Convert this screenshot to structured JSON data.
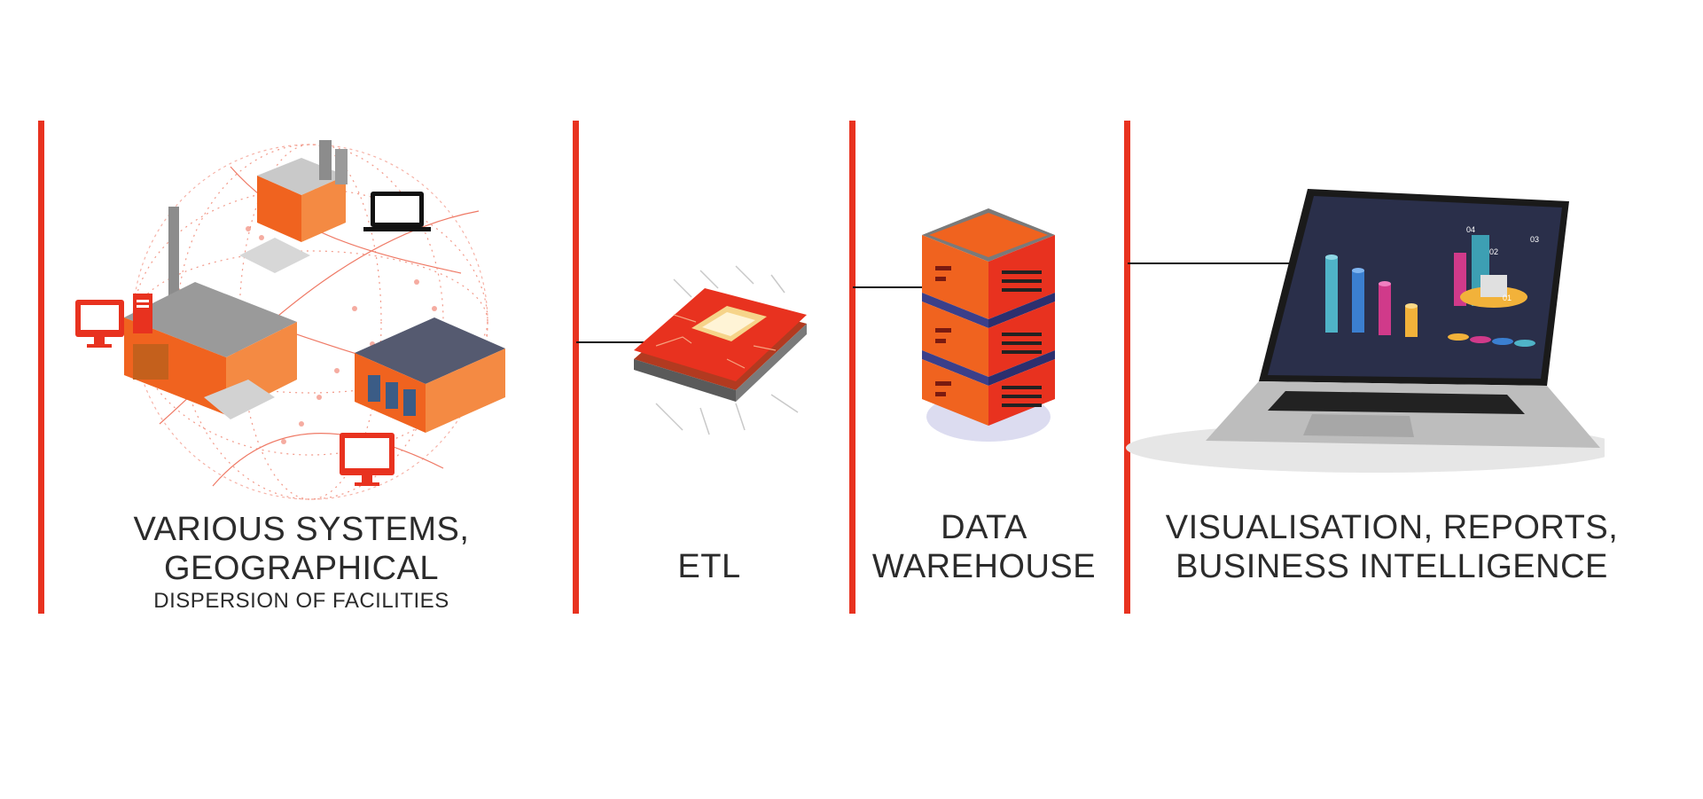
{
  "stages": [
    {
      "id": "sources",
      "line1": "VARIOUS SYSTEMS,",
      "line2": "GEOGRAPHICAL",
      "line3": "DISPERSION OF FACILITIES"
    },
    {
      "id": "etl",
      "line1": "ETL"
    },
    {
      "id": "dwh",
      "line1": "DATA",
      "line2": "WAREHOUSE"
    },
    {
      "id": "bi",
      "line1": "VISUALISATION, REPORTS,",
      "line2": "BUSINESS INTELLIGENCE"
    }
  ],
  "laptop_chart": {
    "labels": [
      "04",
      "02",
      "03",
      "01"
    ]
  },
  "colors": {
    "accent": "#e8321f",
    "connector": "#111111",
    "text": "#2b2b2b"
  },
  "icons": [
    "globe-icon",
    "factory-icon",
    "warehouse-icon",
    "office-building-icon",
    "monitor-icon",
    "laptop-icon",
    "cpu-chip-icon",
    "server-icon"
  ]
}
